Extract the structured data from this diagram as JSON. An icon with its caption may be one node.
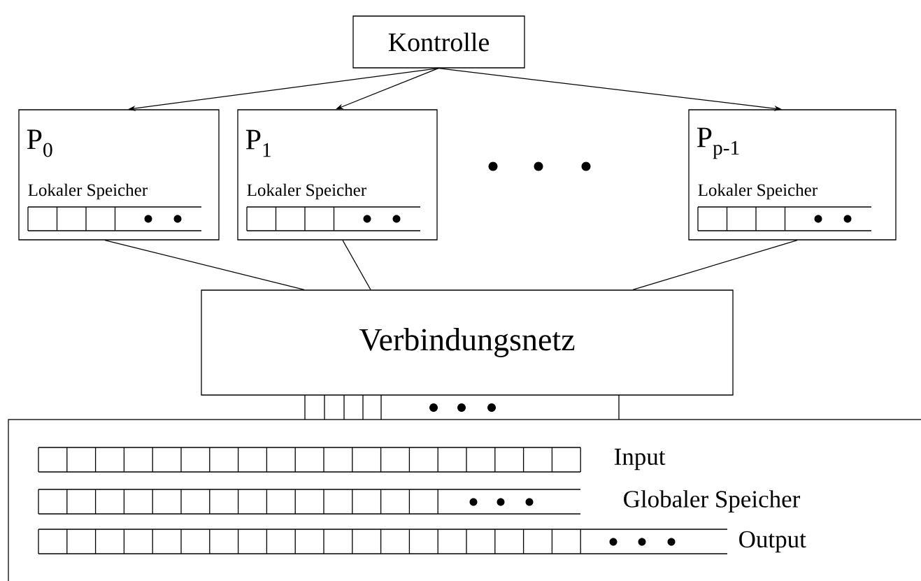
{
  "diagram": {
    "nodes": [
      {
        "text": [
          "Kontrolle"
        ]
      },
      {
        "text": [
          "P$_{0}$",
          "Lokaler Speicher"
        ]
      },
      {
        "text": [
          "P$_{1}$",
          "Lokaler Speicher"
        ]
      },
      {
        "text": [
          "P$_{p-1}$",
          "Lokaler Speicher"
        ]
      },
      {
        "text": [
          "Verbindungsnetz"
        ]
      },
      {
        "text": [
          "Input",
          "Globaler Speicher",
          "Output"
        ]
      }
    ],
    "edges": [
      {
        "from": 0,
        "to": 1,
        "arrow": "to"
      },
      {
        "from": 0,
        "to": 2,
        "arrow": "to"
      },
      {
        "from": 0,
        "to": 3,
        "arrow": "to"
      },
      {
        "from": 1,
        "to": 4,
        "arrow": "none"
      },
      {
        "from": 2,
        "to": 4,
        "arrow": "none"
      },
      {
        "from": 3,
        "to": 4,
        "arrow": "none"
      }
    ]
  }
}
